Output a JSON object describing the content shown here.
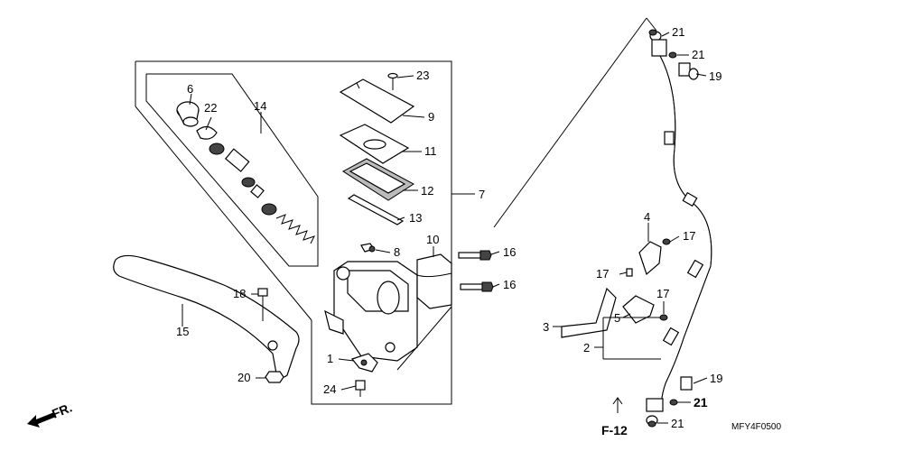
{
  "diagram": {
    "labels": {
      "p1": "1",
      "p2": "2",
      "p3": "3",
      "p4": "4",
      "p5": "5",
      "p6": "6",
      "p7": "7",
      "p8": "8",
      "p9": "9",
      "p10": "10",
      "p11": "11",
      "p12": "12",
      "p13": "13",
      "p14": "14",
      "p15": "15",
      "p16a": "16",
      "p16b": "16",
      "p17a": "17",
      "p17b": "17",
      "p17c": "17",
      "p18": "18",
      "p19a": "19",
      "p19b": "19",
      "p20": "20",
      "p21a": "21",
      "p21b": "21",
      "p21c": "21",
      "p21d": "21",
      "p22": "22",
      "p23": "23",
      "p24": "24"
    },
    "ref": "F-12",
    "front": "FR.",
    "code": "MFY4F0500"
  }
}
